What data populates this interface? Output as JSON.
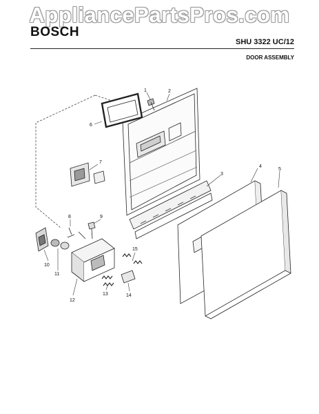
{
  "watermark": "AppliancePartsPros.com",
  "header": {
    "brand": "BOSCH",
    "model": "SHU 3322 UC/12",
    "section": "DOOR ASSEMBLY"
  },
  "callouts": [
    "1",
    "2",
    "3",
    "4",
    "5",
    "6",
    "7",
    "8",
    "9",
    "10",
    "11",
    "12",
    "13",
    "14",
    "15"
  ],
  "colors": {
    "line": "#222222",
    "watermark_outline": "#9a9a9a"
  }
}
